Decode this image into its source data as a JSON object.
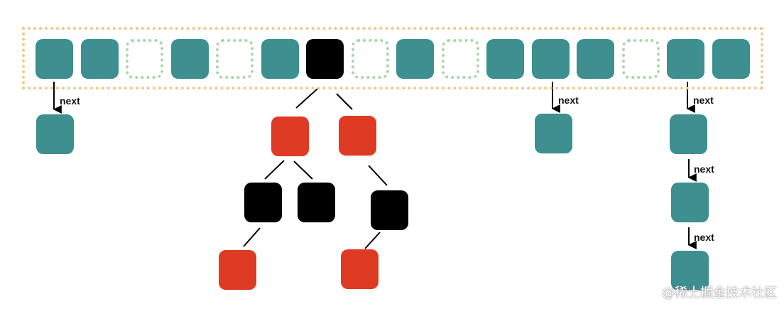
{
  "diagram": {
    "bucket_slots": [
      "teal",
      "teal",
      "empty",
      "teal",
      "empty",
      "teal",
      "black",
      "empty",
      "teal",
      "empty",
      "teal",
      "teal",
      "teal",
      "empty",
      "teal",
      "teal"
    ],
    "next_label": "next",
    "colors": {
      "teal": "#3e8f8f",
      "black": "#000000",
      "red": "#df3a24",
      "empty_border": "#a8d5a9",
      "frame_border": "#f0c98b"
    }
  },
  "watermark": "@稀土掘金技术社区"
}
